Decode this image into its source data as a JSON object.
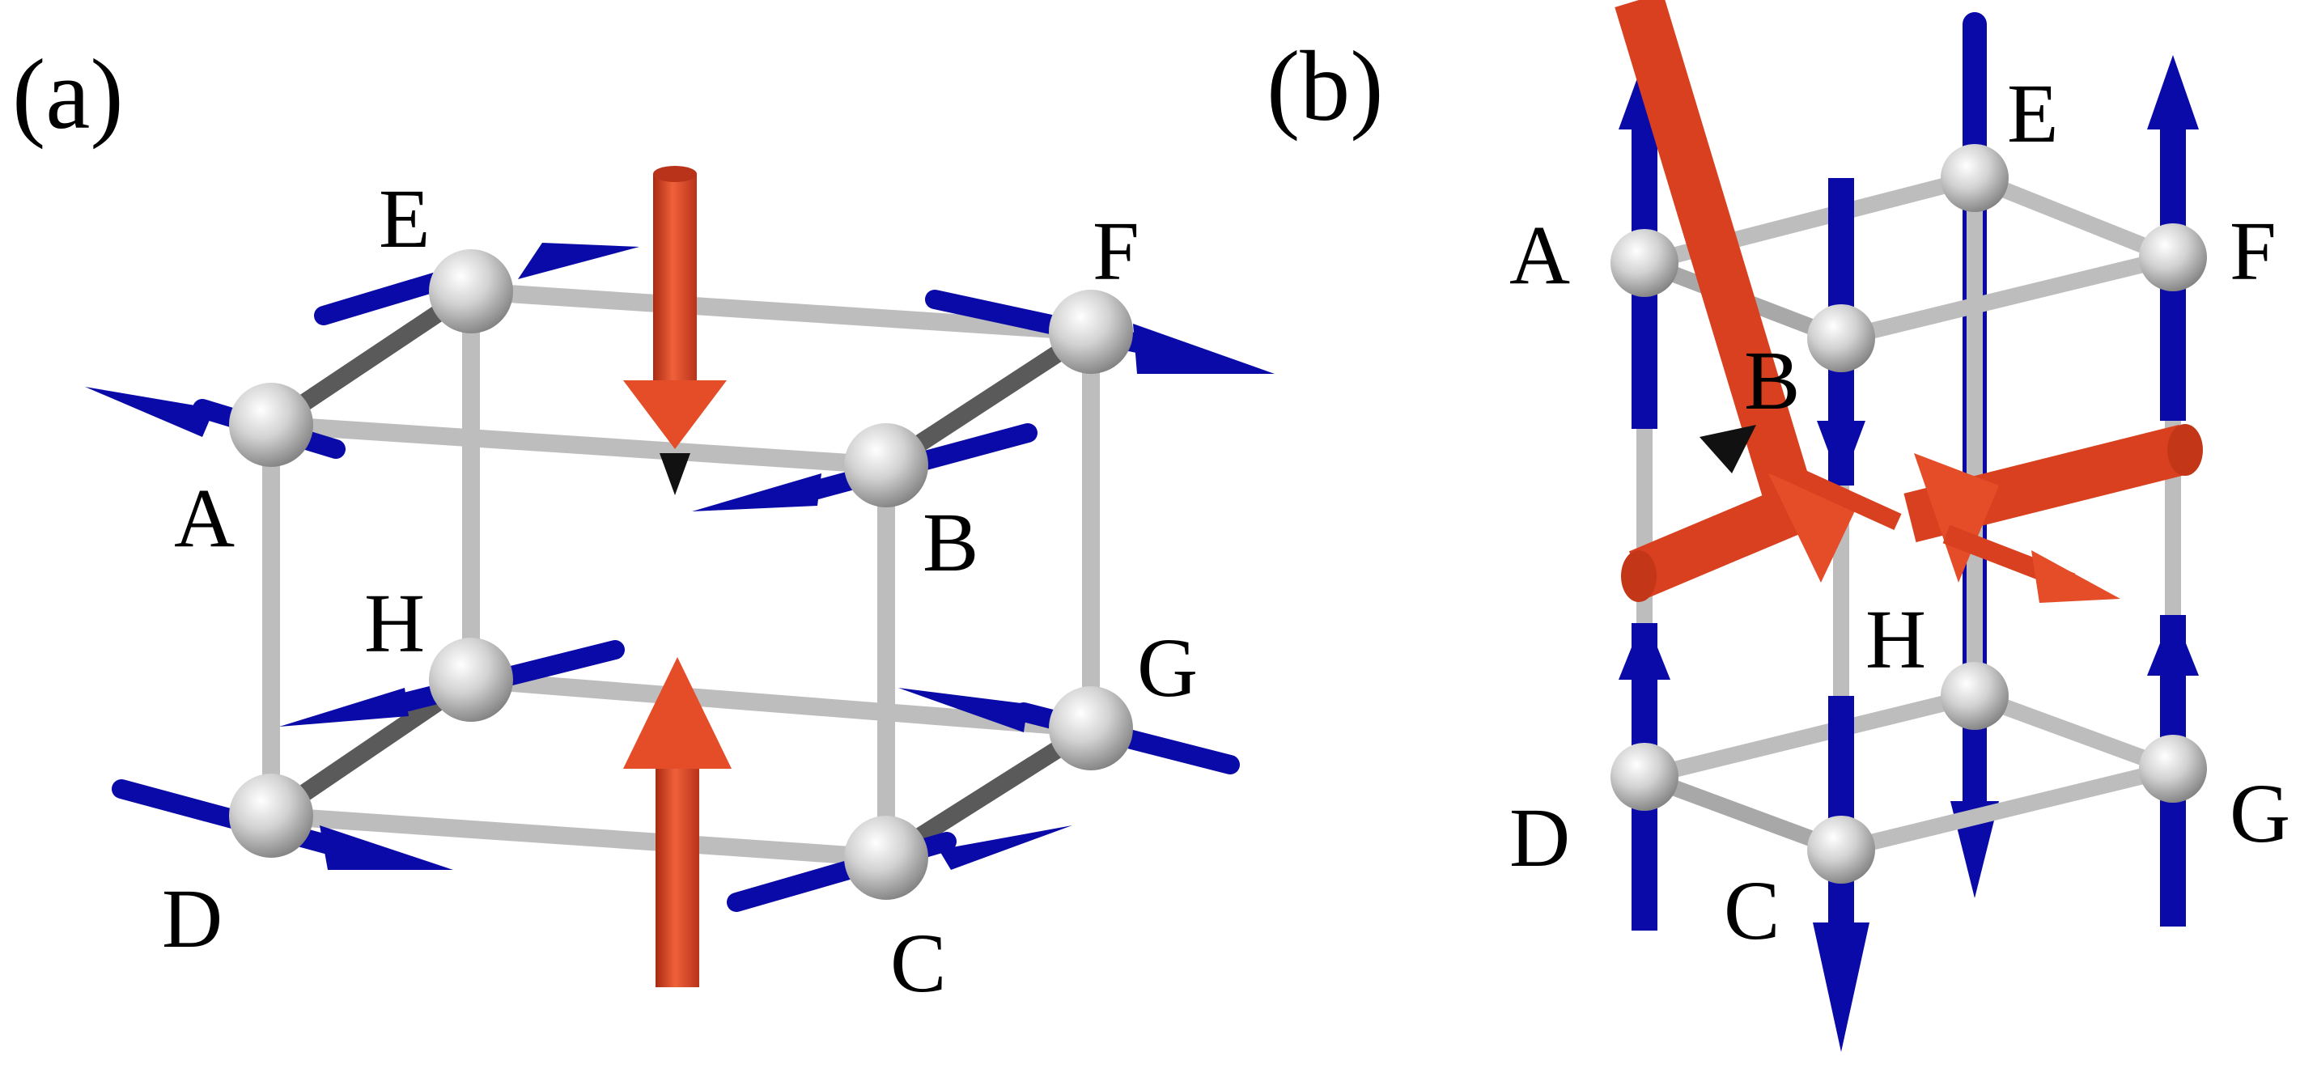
{
  "colors": {
    "background": "#ffffff",
    "sphere": "#c8c8c8",
    "rod_light": "#bdbdbd",
    "rod_dark": "#5a5a5a",
    "spin_blue": "#0a0aa8",
    "spin_red": "#d9401f"
  },
  "panels": [
    {
      "label": "(a)",
      "vertices": {
        "A": "A",
        "B": "B",
        "C": "C",
        "D": "D",
        "E": "E",
        "F": "F",
        "G": "G",
        "H": "H"
      }
    },
    {
      "label": "(b)",
      "vertices": {
        "A": "A",
        "B": "B",
        "C": "C",
        "D": "D",
        "E": "E",
        "F": "F",
        "G": "G",
        "H": "H"
      }
    }
  ]
}
